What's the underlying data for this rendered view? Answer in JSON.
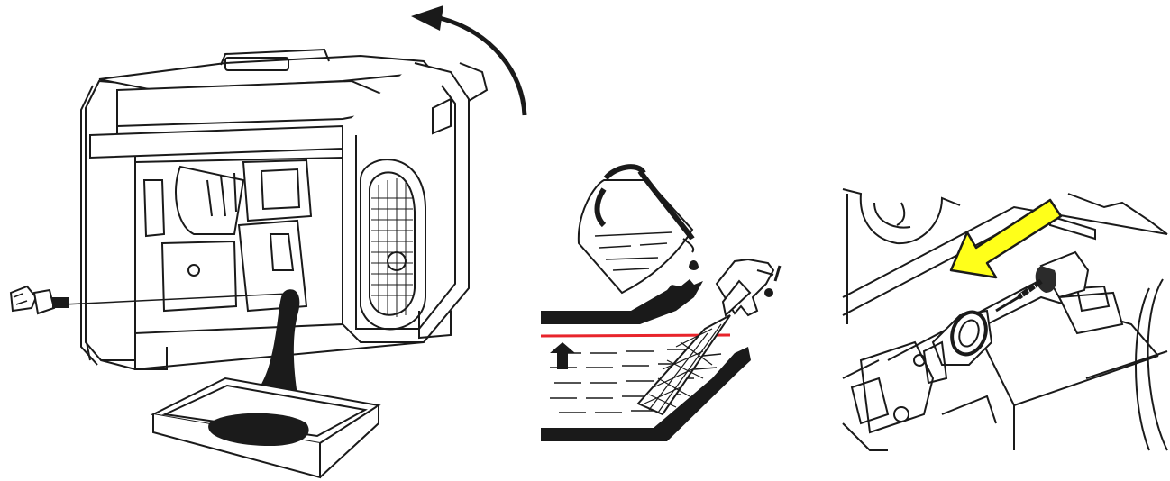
{
  "figure": {
    "panels": [
      {
        "id": "drain",
        "icons": [
          "generator-icon",
          "tilt-arrow-icon",
          "oil-cap-icon",
          "oil-stream-icon",
          "drain-pan-icon"
        ]
      },
      {
        "id": "fill",
        "icons": [
          "measuring-cup-icon",
          "oil-fill-cross-section-icon",
          "level-up-arrow-icon",
          "dipstick-icon"
        ]
      },
      {
        "id": "dipstick",
        "icons": [
          "engine-closeup-icon",
          "yellow-pointer-arrow-icon",
          "fill-plug-icon"
        ]
      }
    ],
    "colors": {
      "line": "#1a1a1a",
      "oil": "#1b1b1b",
      "level_line": "#e8242b",
      "pointer": "#ffff1a"
    }
  }
}
